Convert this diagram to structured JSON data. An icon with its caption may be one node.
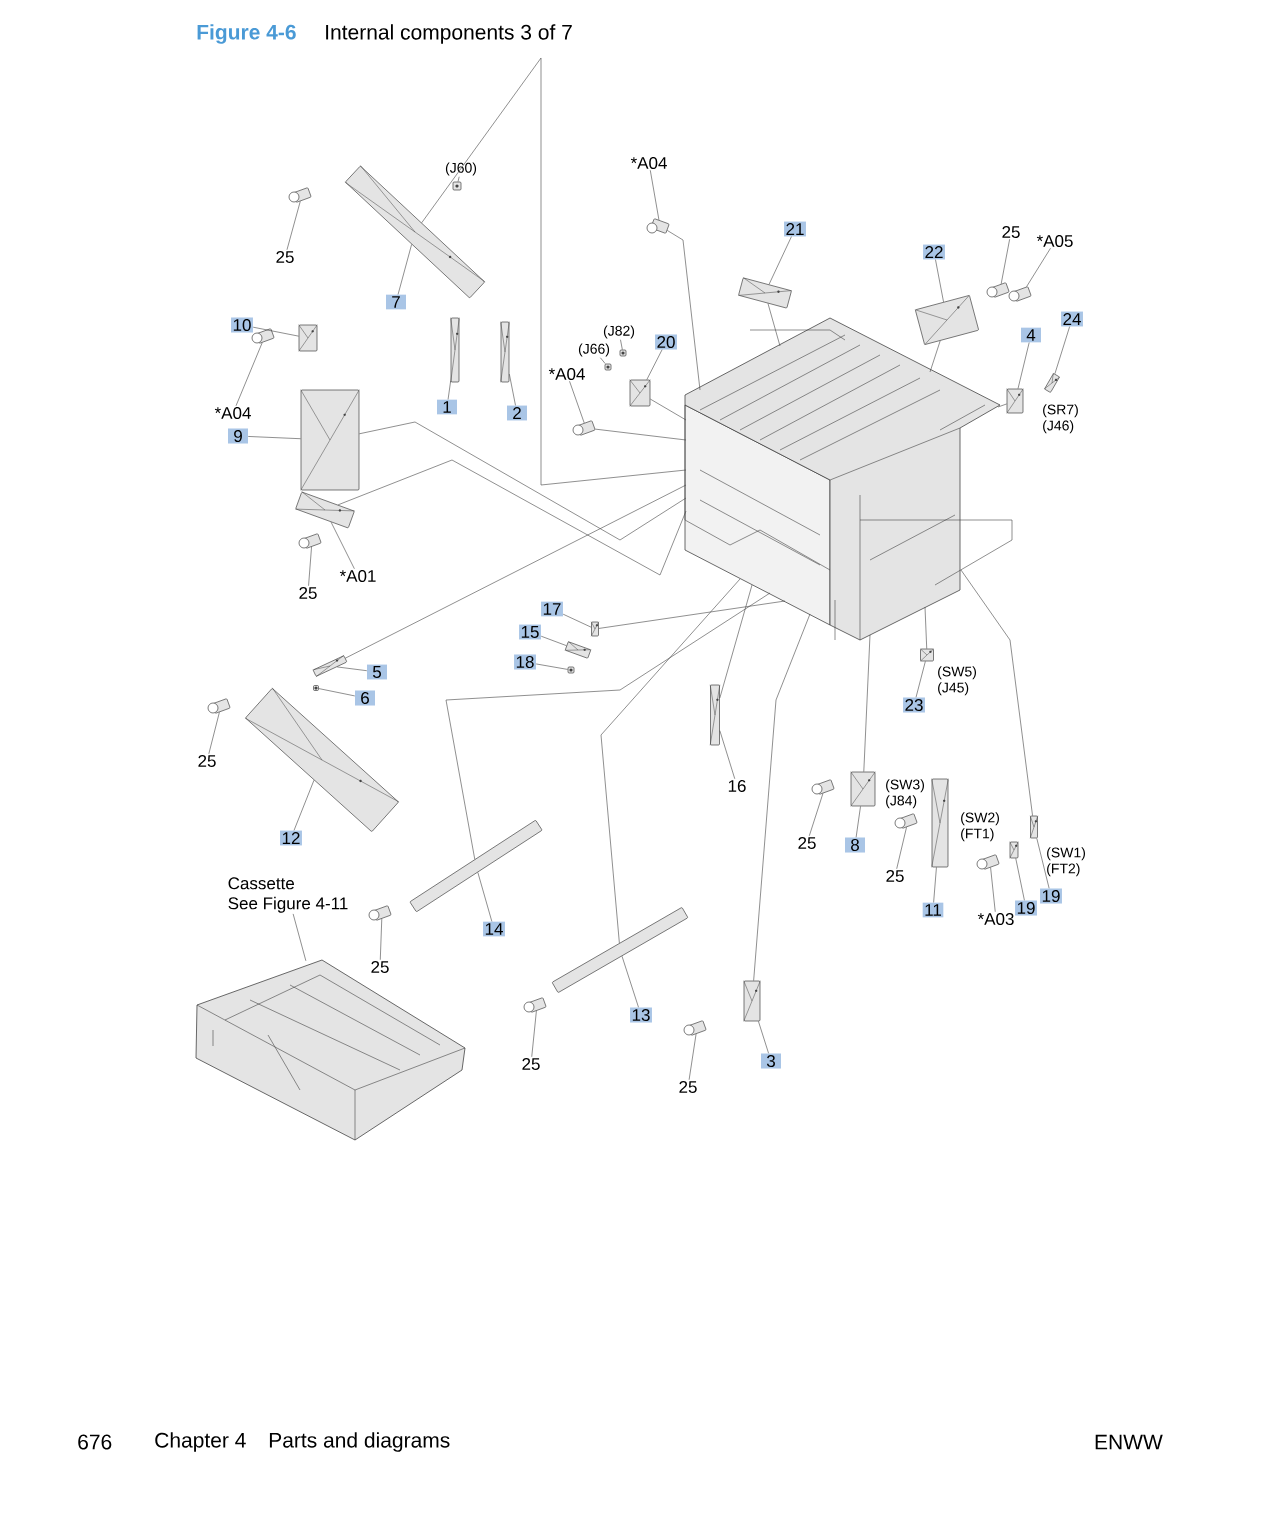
{
  "diagram": {
    "title": "Internal components 3 of 7",
    "nodes": [
      {
        "text": [
          "25"
        ]
      },
      {
        "text": [],
        "shape": "picture"
      },
      {
        "text": [
          "7"
        ]
      },
      {
        "text": [],
        "shape": "picture"
      },
      {
        "text": [
          "(J60)"
        ]
      },
      {
        "text": [],
        "shape": "picture"
      },
      {
        "text": [
          "10"
        ]
      },
      {
        "text": [],
        "shape": "picture"
      },
      {
        "text": [
          "*A04"
        ]
      },
      {
        "text": [],
        "shape": "picture"
      },
      {
        "text": [
          "9"
        ]
      },
      {
        "text": [],
        "shape": "picture"
      },
      {
        "text": [
          "1"
        ]
      },
      {
        "text": [],
        "shape": "picture"
      },
      {
        "text": [
          "2"
        ]
      },
      {
        "text": [],
        "shape": "picture"
      },
      {
        "text": [
          "(J82)"
        ]
      },
      {
        "text": [],
        "shape": "picture"
      },
      {
        "text": [
          "(J66)"
        ]
      },
      {
        "text": [],
        "shape": "picture"
      },
      {
        "text": [
          "20"
        ]
      },
      {
        "text": [],
        "shape": "picture"
      },
      {
        "text": [
          "*A04"
        ]
      },
      {
        "text": [],
        "shape": "picture"
      },
      {
        "text": [
          "*A04"
        ]
      },
      {
        "text": [],
        "shape": "picture"
      },
      {
        "text": [
          "21"
        ]
      },
      {
        "text": [],
        "shape": "picture"
      },
      {
        "text": [
          "22"
        ]
      },
      {
        "text": [],
        "shape": "picture"
      },
      {
        "text": [
          "25"
        ]
      },
      {
        "text": [],
        "shape": "picture"
      },
      {
        "text": [
          "*A05"
        ]
      },
      {
        "text": [],
        "shape": "picture"
      },
      {
        "text": [
          "4"
        ]
      },
      {
        "text": [],
        "shape": "picture"
      },
      {
        "text": [
          "24"
        ]
      },
      {
        "text": [],
        "shape": "picture",
        "beside": [
          "(SR7) (J46)"
        ]
      },
      {
        "text": [
          "*A01"
        ]
      },
      {
        "text": [],
        "shape": "picture"
      },
      {
        "text": [
          "25"
        ]
      },
      {
        "text": [],
        "shape": "picture"
      },
      {
        "text": [
          "17"
        ]
      },
      {
        "text": [],
        "shape": "picture"
      },
      {
        "text": [
          "15"
        ]
      },
      {
        "text": [],
        "shape": "picture"
      },
      {
        "text": [
          "18"
        ]
      },
      {
        "text": [],
        "shape": "picture"
      },
      {
        "text": [
          "5"
        ]
      },
      {
        "text": [],
        "shape": "picture"
      },
      {
        "text": [
          "6"
        ]
      },
      {
        "text": [],
        "shape": "picture"
      },
      {
        "text": [
          "25"
        ]
      },
      {
        "text": [],
        "shape": "picture"
      },
      {
        "text": [
          "12"
        ]
      },
      {
        "text": [],
        "shape": "picture"
      },
      {
        "text": [
          "23"
        ]
      },
      {
        "text": [],
        "shape": "picture",
        "beside": [
          "(SW5) (J45)"
        ]
      },
      {
        "text": [
          "16"
        ]
      },
      {
        "text": [],
        "shape": "picture"
      },
      {
        "text": [
          "25"
        ]
      },
      {
        "text": [],
        "shape": "picture"
      },
      {
        "text": [
          "8"
        ]
      },
      {
        "text": [],
        "shape": "picture",
        "beside": [
          "(SW3) (J84)"
        ]
      },
      {
        "text": [
          "25"
        ]
      },
      {
        "text": [],
        "shape": "picture"
      },
      {
        "text": [
          "11"
        ]
      },
      {
        "text": [],
        "shape": "picture"
      },
      {
        "text": [
          "19"
        ]
      },
      {
        "text": [],
        "shape": "picture",
        "beside": [
          "(SW2) (FT1)"
        ]
      },
      {
        "text": [
          "19"
        ]
      },
      {
        "text": [],
        "shape": "picture",
        "beside": [
          "(SW1) (FT2)"
        ]
      },
      {
        "text": [
          "*A03"
        ]
      },
      {
        "text": [],
        "shape": "picture"
      },
      {
        "text": [
          "14"
        ]
      },
      {
        "text": [],
        "shape": "picture"
      },
      {
        "text": [
          "25"
        ]
      },
      {
        "text": [],
        "shape": "picture"
      },
      {
        "text": [
          "Cassette",
          "See Figure 4-11"
        ]
      },
      {
        "text": [],
        "shape": "picture"
      },
      {
        "text": [
          "13"
        ]
      },
      {
        "text": [],
        "shape": "picture"
      },
      {
        "text": [
          "25"
        ]
      },
      {
        "text": [],
        "shape": "picture"
      },
      {
        "text": [
          "3"
        ]
      },
      {
        "text": [],
        "shape": "picture"
      },
      {
        "text": [
          "25"
        ]
      },
      {
        "text": [],
        "shape": "picture"
      },
      {
        "text": [],
        "shape": "picture"
      }
    ],
    "edges": [
      {
        "from": 0,
        "to": 1,
        "arrow": "none"
      },
      {
        "from": 2,
        "to": 3,
        "arrow": "none"
      },
      {
        "from": 4,
        "to": 5,
        "arrow": "none"
      },
      {
        "from": 6,
        "to": 7,
        "arrow": "none"
      },
      {
        "from": 8,
        "to": 9,
        "arrow": "none"
      },
      {
        "from": 10,
        "to": 11,
        "arrow": "none"
      },
      {
        "from": 12,
        "to": 13,
        "arrow": "none"
      },
      {
        "from": 14,
        "to": 15,
        "arrow": "none"
      },
      {
        "from": 16,
        "to": 17,
        "arrow": "none"
      },
      {
        "from": 18,
        "to": 19,
        "arrow": "none"
      },
      {
        "from": 20,
        "to": 21,
        "arrow": "none"
      },
      {
        "from": 22,
        "to": 23,
        "arrow": "none"
      },
      {
        "from": 24,
        "to": 25,
        "arrow": "none"
      },
      {
        "from": 26,
        "to": 27,
        "arrow": "none"
      },
      {
        "from": 28,
        "to": 29,
        "arrow": "none"
      },
      {
        "from": 30,
        "to": 31,
        "arrow": "none"
      },
      {
        "from": 32,
        "to": 33,
        "arrow": "none"
      },
      {
        "from": 34,
        "to": 35,
        "arrow": "none"
      },
      {
        "from": 36,
        "to": 37,
        "arrow": "none"
      },
      {
        "from": 38,
        "to": 39,
        "arrow": "none"
      },
      {
        "from": 40,
        "to": 41,
        "arrow": "none"
      },
      {
        "from": 42,
        "to": 43,
        "arrow": "none"
      },
      {
        "from": 44,
        "to": 45,
        "arrow": "none"
      },
      {
        "from": 46,
        "to": 47,
        "arrow": "none"
      },
      {
        "from": 48,
        "to": 49,
        "arrow": "none"
      },
      {
        "from": 50,
        "to": 51,
        "arrow": "none"
      },
      {
        "from": 52,
        "to": 53,
        "arrow": "none"
      },
      {
        "from": 54,
        "to": 55,
        "arrow": "none"
      },
      {
        "from": 56,
        "to": 57,
        "arrow": "none"
      },
      {
        "from": 58,
        "to": 59,
        "arrow": "none"
      },
      {
        "from": 60,
        "to": 61,
        "arrow": "none"
      },
      {
        "from": 62,
        "to": 63,
        "arrow": "none"
      },
      {
        "from": 64,
        "to": 65,
        "arrow": "none"
      },
      {
        "from": 66,
        "to": 67,
        "arrow": "none"
      },
      {
        "from": 68,
        "to": 69,
        "arrow": "none"
      },
      {
        "from": 70,
        "to": 71,
        "arrow": "none"
      },
      {
        "from": 72,
        "to": 73,
        "arrow": "none"
      },
      {
        "from": 74,
        "to": 75,
        "arrow": "none"
      },
      {
        "from": 76,
        "to": 77,
        "arrow": "none"
      },
      {
        "from": 78,
        "to": 79,
        "arrow": "none"
      },
      {
        "from": 80,
        "to": 81,
        "arrow": "none"
      },
      {
        "from": 82,
        "to": 83,
        "arrow": "none"
      },
      {
        "from": 84,
        "to": 85,
        "arrow": "none"
      },
      {
        "from": 86,
        "to": 87,
        "arrow": "none"
      },
      {
        "from": 3,
        "to": 88,
        "arrow": "none"
      },
      {
        "from": 11,
        "to": 88,
        "arrow": "none"
      },
      {
        "from": 39,
        "to": 88,
        "arrow": "none"
      },
      {
        "from": 25,
        "to": 88,
        "arrow": "none"
      },
      {
        "from": 27,
        "to": 88,
        "arrow": "none"
      },
      {
        "from": 29,
        "to": 88,
        "arrow": "none"
      },
      {
        "from": 35,
        "to": 88,
        "arrow": "none"
      },
      {
        "from": 21,
        "to": 88,
        "arrow": "none"
      },
      {
        "from": 23,
        "to": 88,
        "arrow": "none"
      },
      {
        "from": 43,
        "to": 88,
        "arrow": "none"
      },
      {
        "from": 49,
        "to": 88,
        "arrow": "none"
      },
      {
        "from": 75,
        "to": 88,
        "arrow": "none"
      },
      {
        "from": 81,
        "to": 88,
        "arrow": "none"
      },
      {
        "from": 85,
        "to": 88,
        "arrow": "none"
      },
      {
        "from": 59,
        "to": 88,
        "arrow": "none"
      },
      {
        "from": 63,
        "to": 88,
        "arrow": "none"
      },
      {
        "from": 57,
        "to": 88,
        "arrow": "none"
      },
      {
        "from": 71,
        "to": 88,
        "arrow": "none"
      }
    ],
    "labels": [
      "Figure 4-6",
      "676",
      "Chapter 4",
      "Parts and diagrams",
      "ENWW"
    ]
  }
}
